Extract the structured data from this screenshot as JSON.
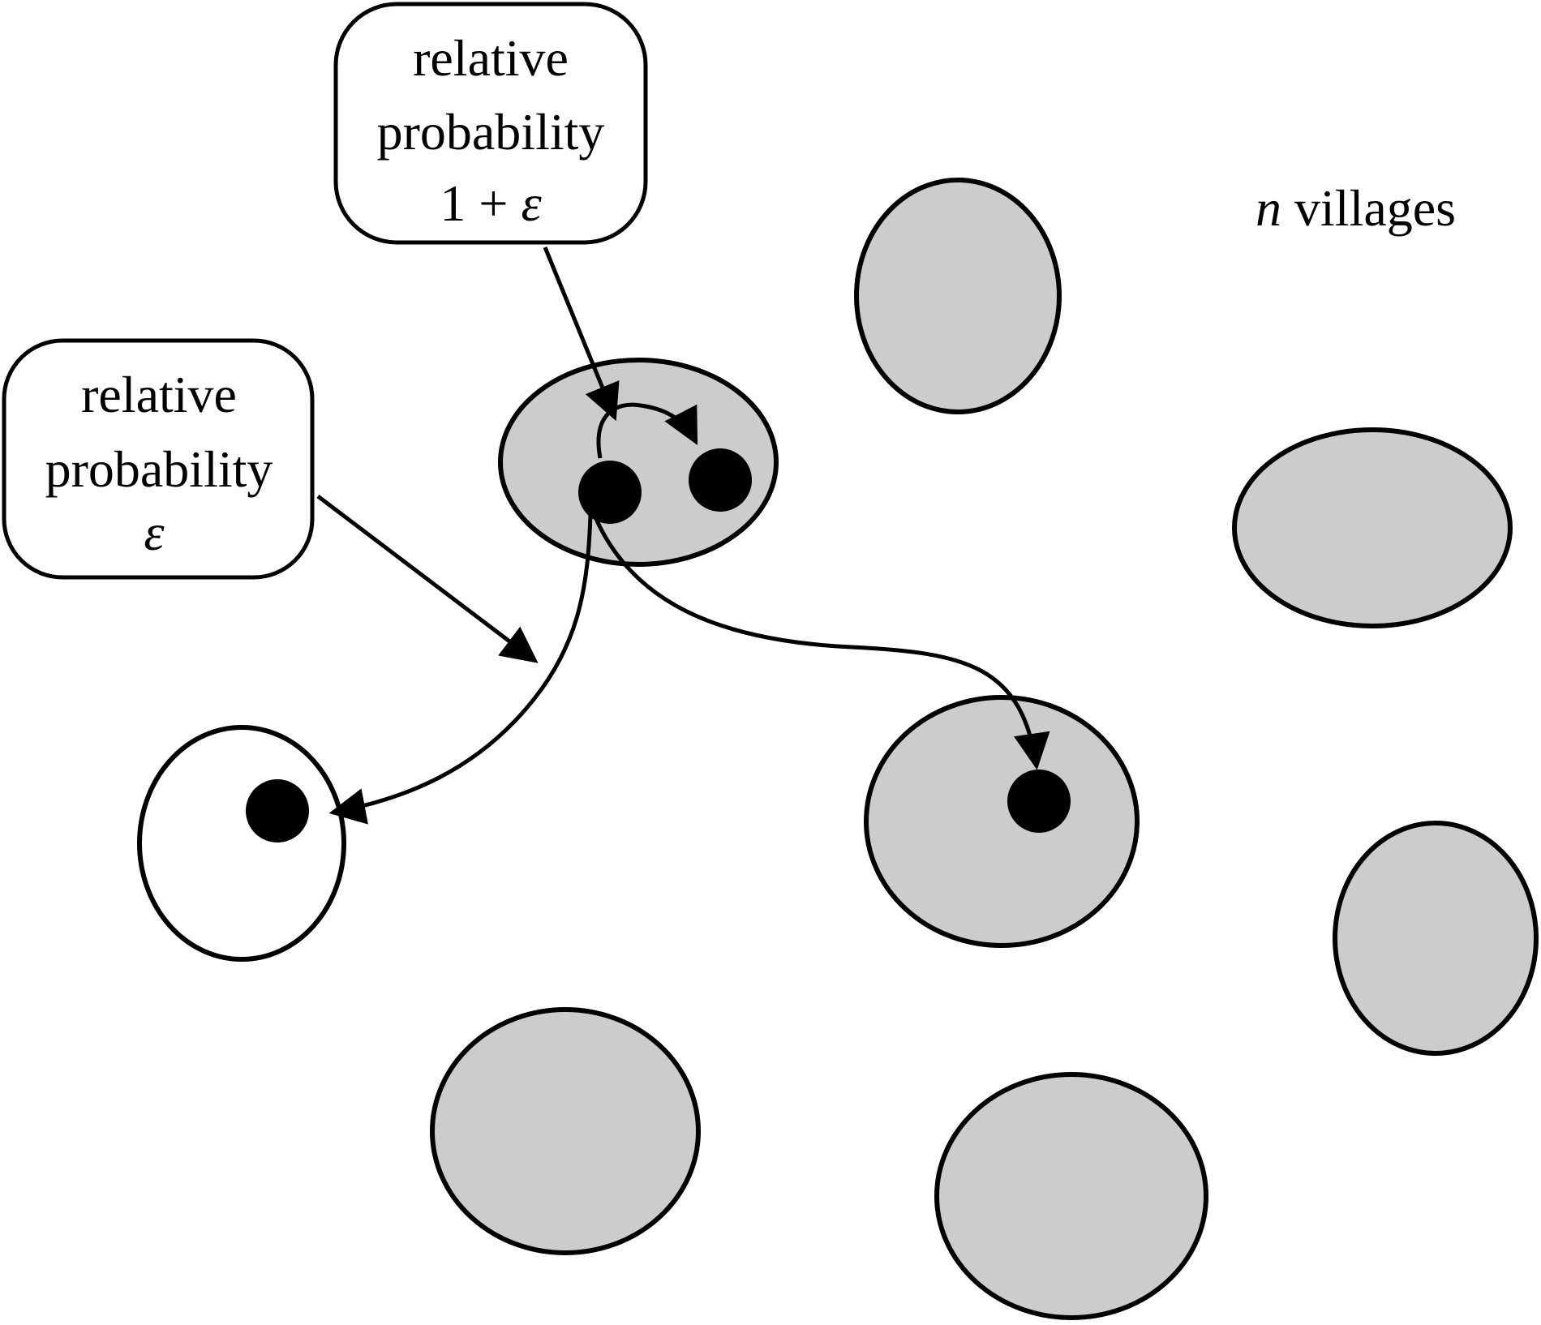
{
  "labels": {
    "box_move_within": {
      "line1": "relative",
      "line2": "probability",
      "line3_prefix": "1 + ",
      "line3_symbol": "ε"
    },
    "box_move_empty": {
      "line1": "relative",
      "line2": "probability",
      "line3_symbol": "ε"
    },
    "villages": {
      "variable": "n",
      "text": " villages"
    }
  },
  "colors": {
    "occupied_village_fill": "#cccccc",
    "empty_village_fill": "#ffffff",
    "stroke": "#000000",
    "person": "#000000"
  },
  "village_states": [
    "occupied",
    "occupied",
    "occupied",
    "empty",
    "occupied",
    "occupied",
    "occupied",
    "occupied"
  ]
}
